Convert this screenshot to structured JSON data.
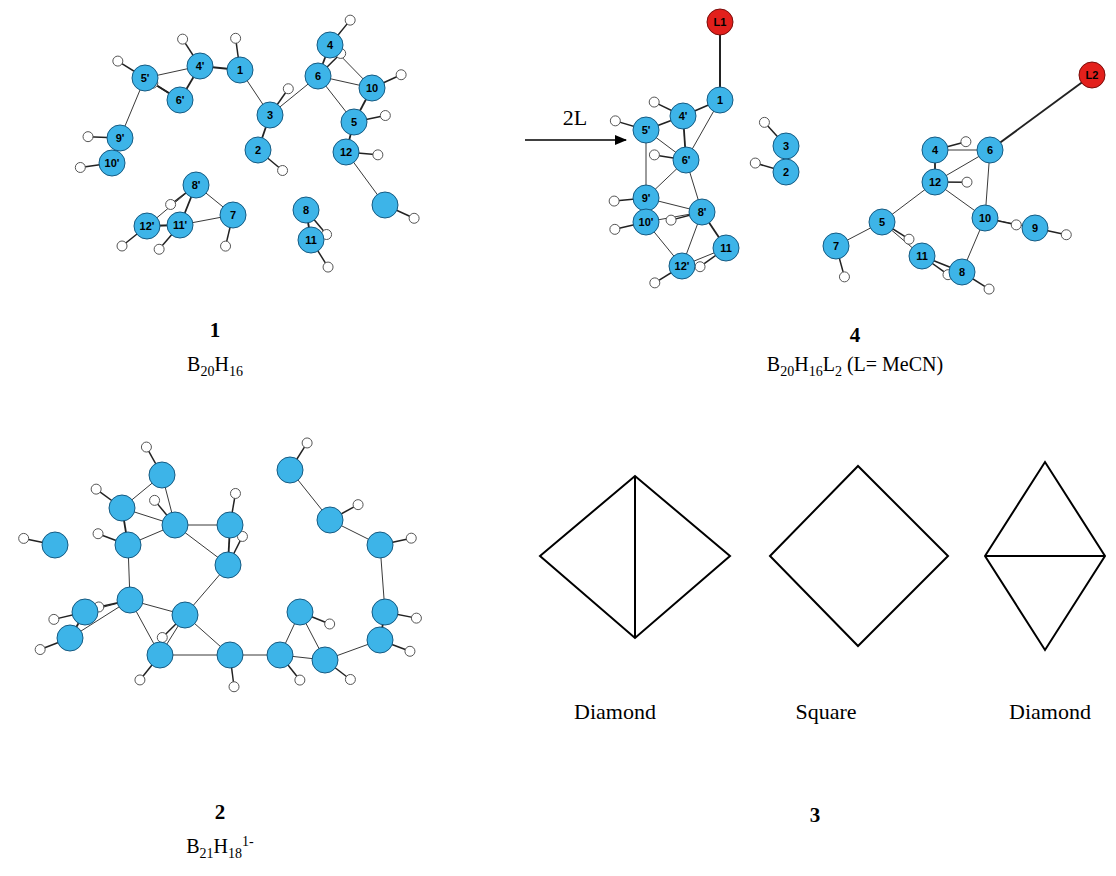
{
  "diagram": {
    "labels": [
      "5'",
      "4'",
      "1",
      "4",
      "6",
      "10",
      "9'",
      "6'",
      "3",
      "10'",
      "5",
      "2",
      "12",
      "8'",
      "7",
      "12'",
      "11'",
      "8",
      "11",
      "1",
      "B20H16",
      "2L",
      "L1",
      "1",
      "5'",
      "4'",
      "6'",
      "3",
      "4",
      "6",
      "L2",
      "2",
      "12",
      "9'",
      "10'",
      "8'",
      "5",
      "10",
      "9",
      "7",
      "11",
      "12'",
      "11",
      "8",
      "4",
      "B20H16L2 (L= MeCN)",
      "2",
      "B21H181-",
      "Diamond",
      "Square",
      "Diamond",
      "3"
    ]
  }
}
